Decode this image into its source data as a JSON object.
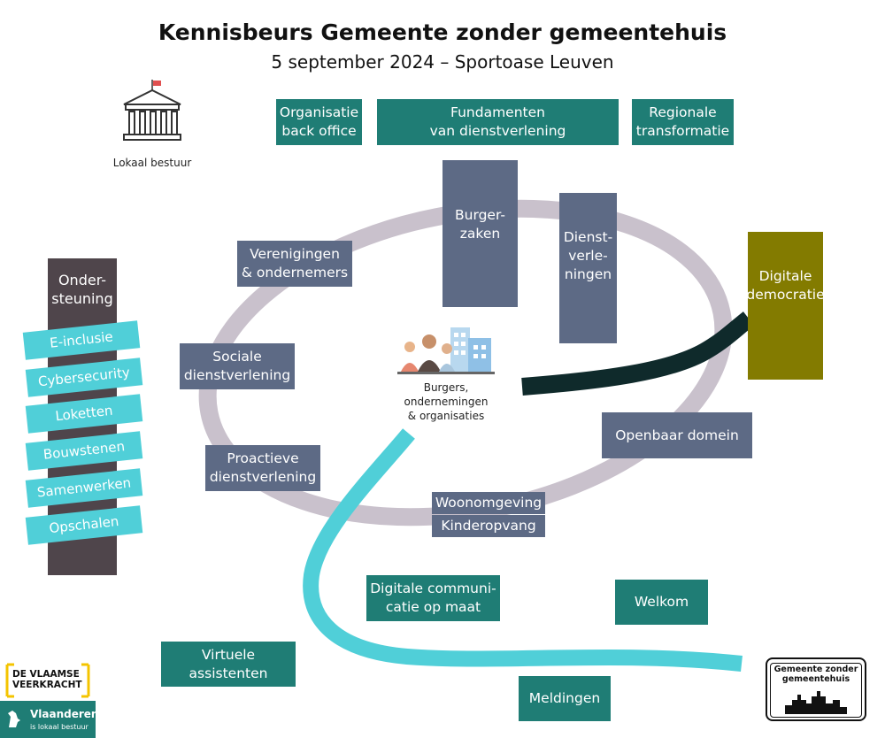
{
  "header": {
    "title": "Kennisbeurs Gemeente zonder gemeentehuis",
    "subtitle": "5 september 2024 – Sportoase Leuven"
  },
  "top_logo": {
    "icon": "government-building-icon",
    "label": "Lokaal bestuur"
  },
  "top_boxes": [
    {
      "label": "Organisatie\nback office"
    },
    {
      "label": "Fundamenten\nvan dienstverlening"
    },
    {
      "label": "Regionale\ntransformatie"
    }
  ],
  "ring_boxes": {
    "burgerzaken": "Burger-\nzaken",
    "dienstverleningen": "Dienst-\nverle-\nningen",
    "verenigingen": "Verenigingen\n& ondernemers",
    "sociale": "Sociale\ndienstverlening",
    "proactieve": "Proactieve\ndienstverlening",
    "woonomgeving": "Woonomgeving",
    "kinderopvang": "Kinderopvang",
    "openbaar": "Openbaar domein"
  },
  "center": {
    "icon": "people-and-buildings-icon",
    "label": "Burgers,\nondernemingen\n& organisaties"
  },
  "digitale_democratie": "Digitale\ndemocratie",
  "ondersteuning": {
    "title": "Onder-\nsteuning",
    "items": [
      "E-inclusie",
      "Cybersecurity",
      "Loketten",
      "Bouwstenen",
      "Samenwerken",
      "Opschalen"
    ]
  },
  "river_boxes": {
    "digitale_communicatie": "Digitale communi-\ncatie op maat",
    "welkom": "Welkom",
    "virtuele": "Virtuele\nassistenten",
    "meldingen": "Meldingen"
  },
  "logos": {
    "vlaamse_veerkracht": "DE VLAAMSE\nVEERKRACHT",
    "vlaanderen": "Vlaanderen",
    "vlaanderen_sub": "is lokaal bestuur",
    "gzg": "Gemeente zonder\ngemeentehuis"
  },
  "colors": {
    "teal": "#1f7d75",
    "slate": "#5d6a85",
    "olive": "#837b00",
    "dark": "#4f454b",
    "cyan": "#50cfd8",
    "ring": "#c9c1cc",
    "dark_stream": "#0f2a2b"
  }
}
